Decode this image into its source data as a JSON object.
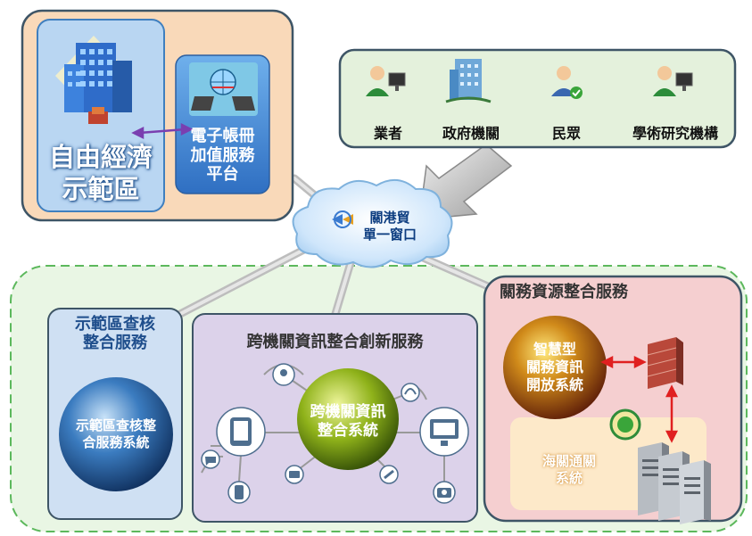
{
  "free_zone": {
    "title_line1": "自由經濟",
    "title_line2": "示範區",
    "ebook_line1": "電子帳冊",
    "ebook_line2": "加值服務",
    "ebook_line3": "平台"
  },
  "users": {
    "items": [
      {
        "label": "業者"
      },
      {
        "label": "政府機關"
      },
      {
        "label": "民眾"
      },
      {
        "label": "學術研究機構"
      }
    ]
  },
  "cloud": {
    "line1": "關港貿",
    "line2": "單一窗口"
  },
  "zone_audit": {
    "title_line1": "示範區查核",
    "title_line2": "整合服務",
    "sphere_line1": "示範區查核整",
    "sphere_line2": "合服務系統"
  },
  "cross_agency": {
    "title": "跨機關資訊整合創新服務",
    "sphere_line1": "跨機關資訊",
    "sphere_line2": "整合系統"
  },
  "customs_resource": {
    "title": "關務資源整合服務",
    "sphere_line1": "智慧型",
    "sphere_line2": "關務資訊",
    "sphere_line3": "開放系統",
    "clearance_line1": "海關通關",
    "clearance_line2": "系統"
  },
  "colors": {
    "free_zone_bg": "#f9d9b9",
    "users_bg": "#e4f1dc",
    "audit_bg": "#cfe0f3",
    "cross_bg": "#dcd2ea",
    "customs_bg": "#f5cfd0",
    "dashed_bg": "#e9f6e4"
  }
}
